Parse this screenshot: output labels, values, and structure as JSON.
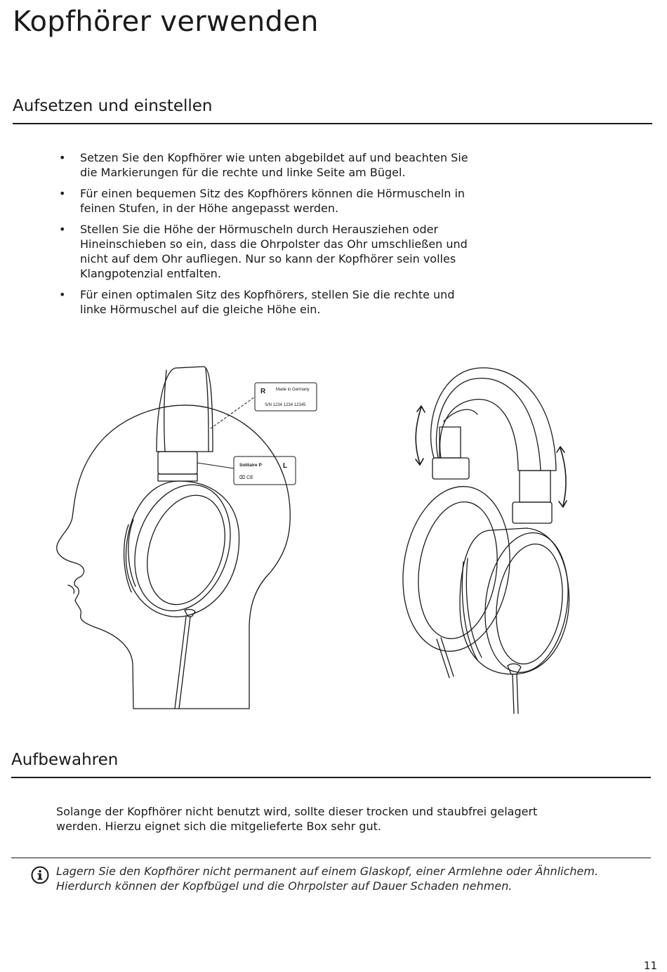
{
  "page": {
    "title": "Kopfhörer verwenden",
    "number": "11"
  },
  "section_fit": {
    "title": "Aufsetzen und einstellen",
    "bullets": [
      {
        "marker": "•",
        "text": "Setzen Sie den Kopfhörer wie unten abgebildet auf und beachten Sie die Markierungen für die rechte und linke Seite am Bügel."
      },
      {
        "marker": "•",
        "text": "Für einen bequemen Sitz des Kopfhörers können die Hörmuscheln in feinen Stufen, in der Höhe angepasst werden."
      },
      {
        "marker": "•",
        "text": "Stellen Sie die Höhe der Hörmuscheln durch Herausziehen oder Hineinschieben so ein,  dass die Ohrpolster das Ohr umschließen und nicht auf dem Ohr aufliegen. Nur so kann der Kopfhörer sein volles Klangpotenzial entfalten."
      },
      {
        "marker": "•",
        "text": "Für einen optimalen Sitz des Kopfhörers, stellen Sie die rechte und linke Hörmuschel auf die gleiche Höhe ein."
      }
    ]
  },
  "illustration": {
    "label_right": {
      "side": "R",
      "origin": "Made in Germany",
      "serial": "S/N 1234 1234 12345"
    },
    "label_left": {
      "model": "Solitaire P",
      "side": "L",
      "marks": "⌧ CE"
    }
  },
  "section_storage": {
    "title": "Aufbewahren",
    "text": "Solange der Kopfhörer nicht benutzt wird, sollte dieser trocken und staubfrei gelagert werden. Hierzu eignet sich die mitgelieferte Box sehr gut.",
    "note_icon": "info-icon",
    "note": "Lagern Sie den Kopfhörer nicht permanent auf einem Glaskopf, einer Armlehne oder Ähnlichem. Hierdurch können der Kopfbügel und die Ohrpolster auf Dauer Schaden nehmen."
  }
}
